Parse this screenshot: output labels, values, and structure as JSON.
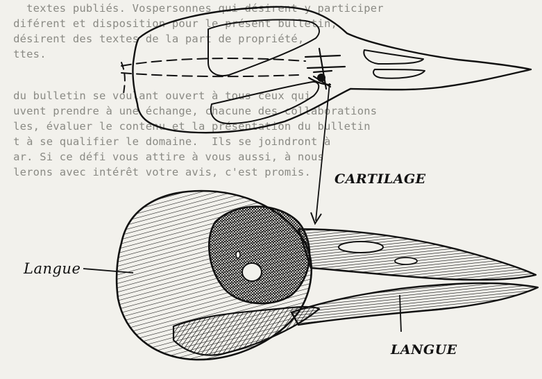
{
  "figure": {
    "labels": {
      "cartilage": "CARTILAGE",
      "langue_left": "Langue",
      "langue_bottom": "LANGUE"
    },
    "background_text_lines": [
      "    textes publiés. Vospersonnes qui désirent y participer",
      "  diférent et disposition pour le présent bulletin,",
      "  désirent des textes de la part de propriété,",
      "  ttes.",
      "",
      "  du bulletin se voulant ouvert à tous ceux qui",
      "  uvent prendre à une échange, chacune des collaborations",
      "  les, évaluer le contenu et la présentation du bulletin",
      "  t à se qualifier le domaine.  Ils se joindront à",
      "  ar. Si ce défi vous attire à vous aussi, à nous",
      "  lerons avec intérêt votre avis, c'est promis."
    ]
  }
}
